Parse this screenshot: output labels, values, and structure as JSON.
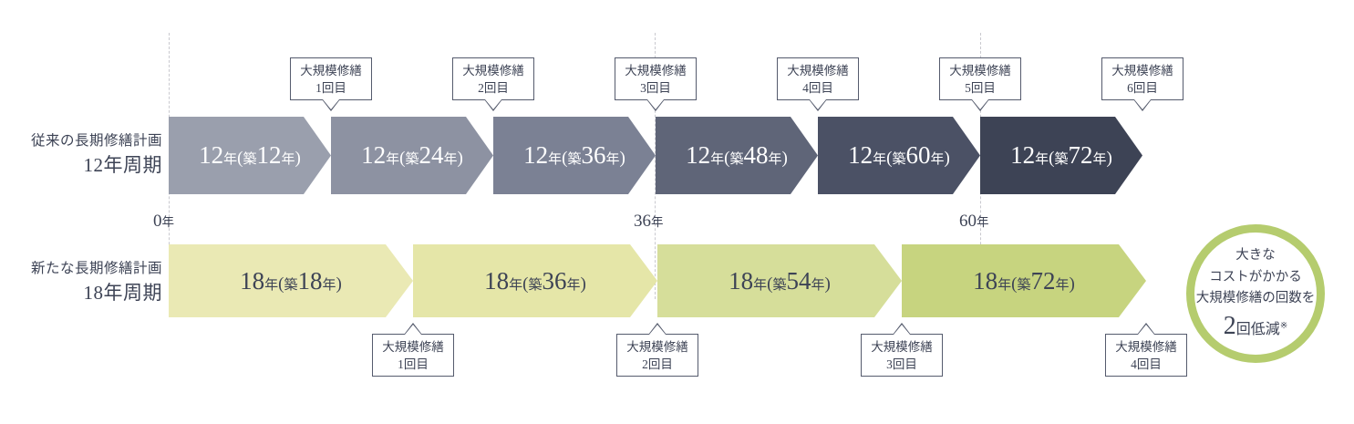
{
  "rows": [
    {
      "label_line1": "従来の長期修繕計画",
      "label_line2": "12年周期",
      "segments": [
        {
          "cycle": "12",
          "cycle_unit": "年",
          "age_prefix": "築",
          "age": "12",
          "age_unit": "年",
          "color": "#9a9fad"
        },
        {
          "cycle": "12",
          "cycle_unit": "年",
          "age_prefix": "築",
          "age": "24",
          "age_unit": "年",
          "color": "#8d92a2"
        },
        {
          "cycle": "12",
          "cycle_unit": "年",
          "age_prefix": "築",
          "age": "36",
          "age_unit": "年",
          "color": "#7b8194"
        },
        {
          "cycle": "12",
          "cycle_unit": "年",
          "age_prefix": "築",
          "age": "48",
          "age_unit": "年",
          "color": "#5f6578"
        },
        {
          "cycle": "12",
          "cycle_unit": "年",
          "age_prefix": "築",
          "age": "60",
          "age_unit": "年",
          "color": "#4b5165"
        },
        {
          "cycle": "12",
          "cycle_unit": "年",
          "age_prefix": "築",
          "age": "72",
          "age_unit": "年",
          "color": "#3d4355"
        }
      ],
      "callouts": [
        {
          "line1": "大規模修繕",
          "line2": "1回目"
        },
        {
          "line1": "大規模修繕",
          "line2": "2回目"
        },
        {
          "line1": "大規模修繕",
          "line2": "3回目"
        },
        {
          "line1": "大規模修繕",
          "line2": "4回目"
        },
        {
          "line1": "大規模修繕",
          "line2": "5回目"
        },
        {
          "line1": "大規模修繕",
          "line2": "6回目"
        }
      ]
    },
    {
      "label_line1": "新たな長期修繕計画",
      "label_line2": "18年周期",
      "segments": [
        {
          "cycle": "18",
          "cycle_unit": "年",
          "age_prefix": "築",
          "age": "18",
          "age_unit": "年",
          "color": "#eae9b4"
        },
        {
          "cycle": "18",
          "cycle_unit": "年",
          "age_prefix": "築",
          "age": "36",
          "age_unit": "年",
          "color": "#e5e6a8"
        },
        {
          "cycle": "18",
          "cycle_unit": "年",
          "age_prefix": "築",
          "age": "54",
          "age_unit": "年",
          "color": "#d6de9a"
        },
        {
          "cycle": "18",
          "cycle_unit": "年",
          "age_prefix": "築",
          "age": "72",
          "age_unit": "年",
          "color": "#c7d47f"
        }
      ],
      "callouts": [
        {
          "line1": "大規模修繕",
          "line2": "1回目"
        },
        {
          "line1": "大規模修繕",
          "line2": "2回目"
        },
        {
          "line1": "大規模修繕",
          "line2": "3回目"
        },
        {
          "line1": "大規模修繕",
          "line2": "4回目"
        }
      ]
    }
  ],
  "ticks": [
    {
      "value": "0",
      "unit": "年"
    },
    {
      "value": "36",
      "unit": "年"
    },
    {
      "value": "60",
      "unit": "年"
    }
  ],
  "badge": {
    "line1": "大きな",
    "line2": "コストがかかる",
    "line3": "大規模修繕の回数を",
    "number": "2",
    "unit": "回低減",
    "asterisk": "※",
    "ring_color": "#b5cc6e"
  }
}
